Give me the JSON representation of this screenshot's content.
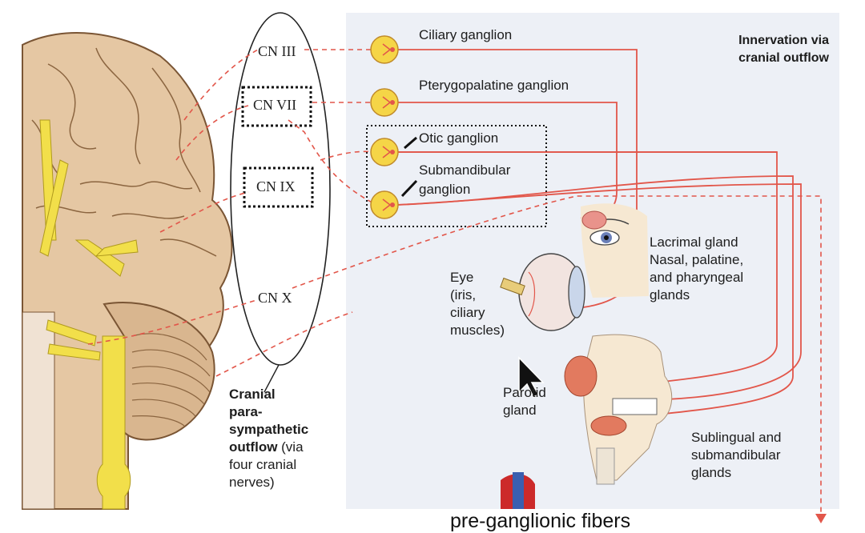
{
  "panel_title": "Innervation via cranial outflow",
  "cranial_nerves": [
    "CN III",
    "CN VII",
    "CN IX",
    "CN X"
  ],
  "ganglia": {
    "ciliary": "Ciliary ganglion",
    "pterygopalatine": "Pterygopalatine ganglion",
    "otic": "Otic ganglion",
    "submandibular_line1": "Submandibular",
    "submandibular_line2": "ganglion"
  },
  "targets": {
    "lacrimal": [
      "Lacrimal gland",
      "Nasal, palatine,",
      "and pharyngeal",
      "glands"
    ],
    "eye": [
      "Eye",
      "(iris,",
      "ciliary",
      "muscles)"
    ],
    "parotid": [
      "Parotid",
      "gland"
    ],
    "sublingual": [
      "Sublingual and",
      "submandibular",
      "glands"
    ]
  },
  "outflow_caption": {
    "bold_lines": [
      "Cranial",
      "para-",
      "sympathetic"
    ],
    "mixed_bold": "outflow",
    "mixed_rest": " (via",
    "plain_lines": [
      "four cranial",
      "nerves)"
    ]
  },
  "footer_text": "pre-ganglionic fibers",
  "colors": {
    "panel_bg": "#edf0f6",
    "nerve_red": "#e2564a",
    "ganglion_yellow": "#f5d547",
    "brain_tan": "#e2c29d",
    "brain_outline": "#7a5534",
    "nerve_yellow": "#f2df4a"
  }
}
